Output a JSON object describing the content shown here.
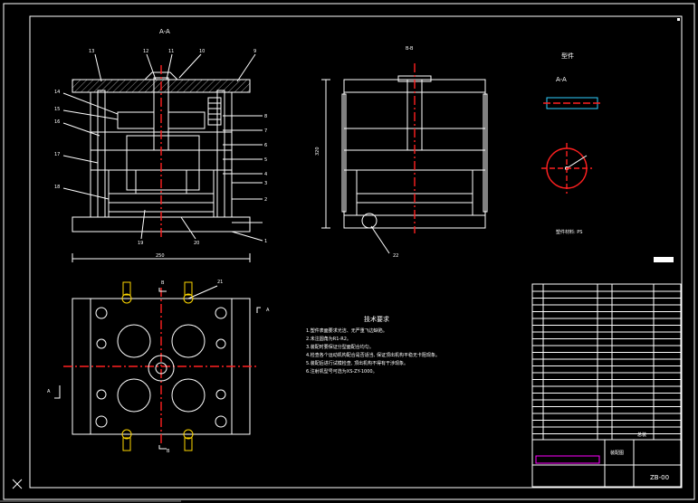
{
  "views": {
    "section_aa_label": "A-A",
    "section_bb_label": "B-B",
    "part_numbers": [
      "13",
      "12",
      "11",
      "10",
      "9",
      "14",
      "15",
      "16",
      "17",
      "18",
      "19",
      "20",
      "8",
      "7",
      "6",
      "5",
      "4",
      "3",
      "2",
      "1",
      "21",
      "22"
    ],
    "dim_bottom": "250",
    "dim_side": "320"
  },
  "detail": {
    "title": "型件",
    "section": "A-A",
    "material_note": "塑件材料: PS"
  },
  "tech": {
    "title": "技术要求",
    "lines": [
      "1.塑件表面要求光洁、无严重飞边缺陷。",
      "2.未注圆角为R1-R2。",
      "3.装配时要保证分型面配合均匀。",
      "4.检查各个运动机构配合是否适当, 保证顶出机构平稳无卡阻现象。",
      "5.装配后进行试模检查, 顶出机构不得有干涉现象。",
      "6.注射机型号可选为XS-ZY-1000。"
    ]
  },
  "arrows": {
    "a_left": "A",
    "a_right": "A",
    "b_top": "B",
    "b_bottom": "B"
  },
  "title_block": {
    "drawing_title": "装配图",
    "drawing_no": "ZB-00",
    "scale_box": "总装"
  },
  "colors": {
    "background": "#000000",
    "line": "#ffffff",
    "highlight": "#ffd800",
    "accent": "#2fd0ff",
    "section": "#ff2020",
    "magenta": "#ff00ff"
  }
}
